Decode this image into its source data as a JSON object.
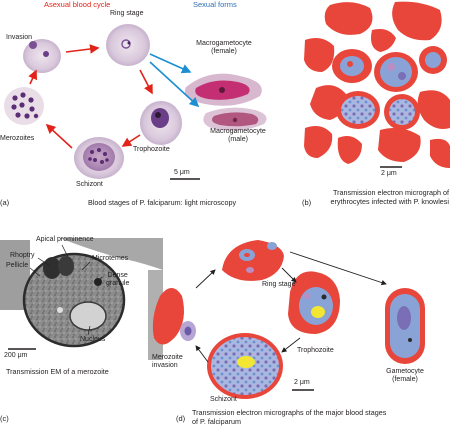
{
  "panel_a": {
    "header_asexual": "Asexual blood cycle",
    "header_sexual": "Sexual forms",
    "stages": {
      "invasion": "Invasion",
      "ring": "Ring stage",
      "trophozoite": "Trophozoite",
      "schizont": "Schizont",
      "merozoites": "Merozoites",
      "macrogametocyte_line1": "Macrogametocyte",
      "macrogametocyte_line2": "(female)",
      "microgametocyte_line1": "Macrogametocyte",
      "microgametocyte_line2": "(male)"
    },
    "scale": "5 μm",
    "letter": "(a)",
    "caption": "Blood stages of P. falciparum: light microscopy"
  },
  "panel_b": {
    "scale": "2 μm",
    "letter": "(b)",
    "caption_line1": "Transmission electron micrograph of",
    "caption_line2": "erythrocytes infected with P. knowlesi"
  },
  "panel_c": {
    "labels": {
      "apical": "Apical prominence",
      "rhoptry": "Rhoptry",
      "pellicle": "Pellicle",
      "microtemes": "Microtemes",
      "dense_line1": "Dense",
      "dense_line2": "granule",
      "nucleus": "Nucleus"
    },
    "scale": "200 μm",
    "letter": "(c)",
    "caption": "Transmission EM of a merozoite"
  },
  "panel_d": {
    "labels": {
      "ring": "Ring stage",
      "trophozoite": "Trophozoite",
      "schizont": "Schizont",
      "merozoite_line1": "Merozoite",
      "merozoite_line2": "invasion",
      "gametocyte_line1": "Gametocyte",
      "gametocyte_line2": "(female)"
    },
    "scale": "2 μm",
    "letter": "(d)",
    "caption_line1": "Transmission electron micrographs of the major blood stages",
    "caption_line2": "of P. falciparum"
  },
  "colors": {
    "header_red": "#e2231a",
    "header_blue": "#2e6fb7",
    "arrow_red": "#e2231a",
    "arrow_blue": "#1b8fd2",
    "rbc_red": "#e8463a",
    "parasite_blue": "#8aa3d6",
    "stain_purple": "#6b3f88"
  }
}
